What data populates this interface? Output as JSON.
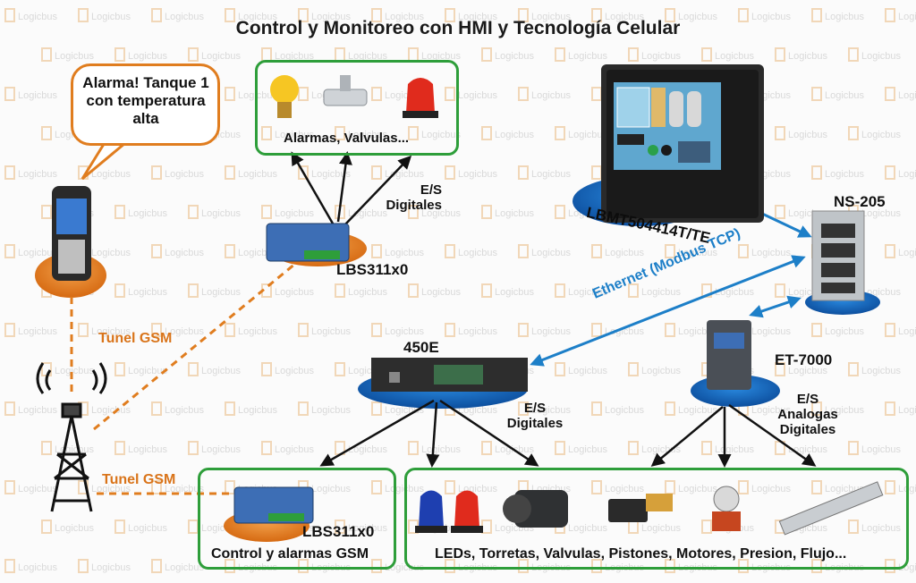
{
  "title": "Control y Monitoreo con HMI y Tecnología Celular",
  "watermark": {
    "text": "Logicbus"
  },
  "bubble": {
    "text": "Alarma! Tanque 1 con temperatura alta"
  },
  "boxes": {
    "top": {
      "label": "Alarmas, Valvulas..."
    },
    "bottom_left": {
      "label": "Control y alarmas GSM"
    },
    "bottom_right": {
      "label": "LEDs, Torretas, Valvulas, Pistones, Motores, Presion, Flujo..."
    }
  },
  "devices": {
    "hmi": {
      "label": "LBMT504414T/TE"
    },
    "switch": {
      "label": "NS-205"
    },
    "lbs_top": {
      "label": "LBS311x0"
    },
    "lbs_bottom": {
      "label": "LBS311x0"
    },
    "controller": {
      "label": "450E"
    },
    "io_module": {
      "label": "ET-7000"
    }
  },
  "labels": {
    "es_digitales_top": "E/S Digitales",
    "es_digitales_450e": "E/S Digitales",
    "es_analogas": "E/S Analogas Digitales",
    "tunel_gsm_1": "Tunel GSM",
    "tunel_gsm_2": "Tunel GSM",
    "ethernet": "Ethernet (Modbus TCP)"
  },
  "colors": {
    "box_border": "#2e9e3a",
    "gsm_line": "#e07d1f",
    "ethernet": "#1d7fc8",
    "ellipse": "#1565c0"
  }
}
